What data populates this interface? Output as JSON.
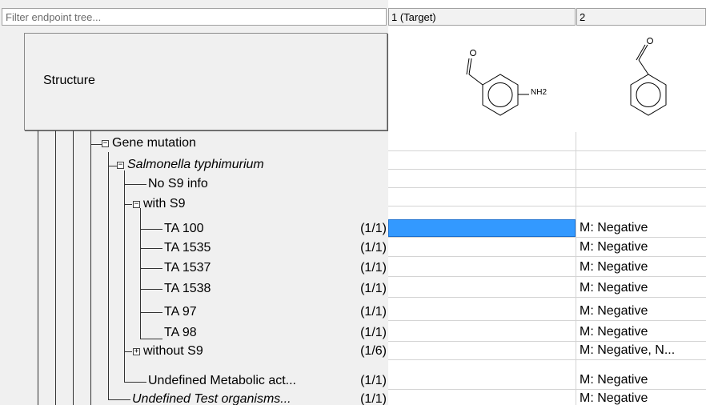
{
  "filter": {
    "placeholder": "Filter endpoint tree..."
  },
  "structure_label": "Structure",
  "columns": [
    {
      "header": "1 (Target)",
      "molecule_label": "NH2"
    },
    {
      "header": "2"
    }
  ],
  "tree": [
    {
      "label": "Gene mutation",
      "italic": false,
      "toggle": "minus",
      "count": ""
    },
    {
      "label": "Salmonella typhimurium",
      "italic": true,
      "toggle": "minus",
      "count": ""
    },
    {
      "label": "No S9 info",
      "italic": false,
      "toggle": "",
      "count": ""
    },
    {
      "label": "with S9",
      "italic": false,
      "toggle": "minus",
      "count": ""
    },
    {
      "label": "TA 100",
      "italic": false,
      "toggle": "",
      "count": "(1/1)"
    },
    {
      "label": "TA 1535",
      "italic": false,
      "toggle": "",
      "count": "(1/1)"
    },
    {
      "label": "TA 1537",
      "italic": false,
      "toggle": "",
      "count": "(1/1)"
    },
    {
      "label": "TA 1538",
      "italic": false,
      "toggle": "",
      "count": "(1/1)"
    },
    {
      "label": "TA 97",
      "italic": false,
      "toggle": "",
      "count": "(1/1)"
    },
    {
      "label": "TA 98",
      "italic": false,
      "toggle": "",
      "count": "(1/1)"
    },
    {
      "label": "without S9",
      "italic": false,
      "toggle": "plus",
      "count": "(1/6)"
    },
    {
      "label": "Undefined Metabolic act...",
      "italic": false,
      "toggle": "",
      "count": "(1/1)"
    },
    {
      "label": "Undefined Test organisms...",
      "italic": true,
      "toggle": "",
      "count": "(1/1)"
    }
  ],
  "grid_rows": [
    {
      "col1": "",
      "col2": ""
    },
    {
      "col1": "",
      "col2": ""
    },
    {
      "col1": "",
      "col2": ""
    },
    {
      "col1": "",
      "col2": ""
    },
    {
      "col1": "",
      "col2": "M: Negative",
      "col1_selected": true
    },
    {
      "col1": "",
      "col2": "M: Negative"
    },
    {
      "col1": "",
      "col2": "M: Negative"
    },
    {
      "col1": "",
      "col2": "M: Negative"
    },
    {
      "col1": "",
      "col2": "M: Negative"
    },
    {
      "col1": "",
      "col2": "M: Negative"
    },
    {
      "col1": "",
      "col2": "M: Negative, N..."
    },
    {
      "col1": "",
      "col2": "M: Negative"
    },
    {
      "col1": "",
      "col2": "M: Negative"
    }
  ],
  "colors": {
    "selection": "#3399ff",
    "panel": "#f0f0f0",
    "gridline": "#d4d4d4"
  }
}
